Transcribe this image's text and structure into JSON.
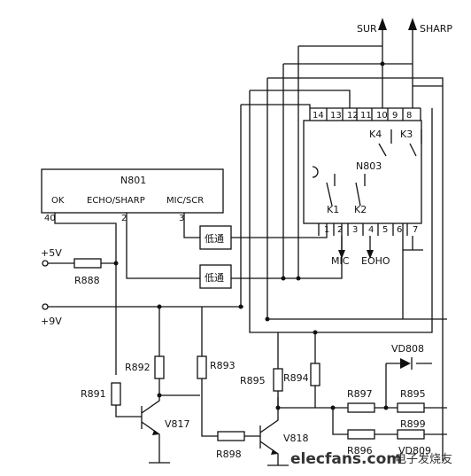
{
  "chips": {
    "n801": {
      "name": "N801",
      "pins": [
        "OK",
        "ECHO/SHARP",
        "MIC/SCR"
      ],
      "pin_numbers": [
        "40",
        "2",
        "3"
      ]
    },
    "n803": {
      "name": "N803",
      "switches": [
        "K1",
        "K2",
        "K3",
        "K4"
      ],
      "top_pins": [
        "14",
        "13",
        "12",
        "11",
        "10",
        "9",
        "8"
      ],
      "bottom_pins": [
        "1",
        "2",
        "3",
        "4",
        "5",
        "6",
        "7"
      ]
    }
  },
  "filters": {
    "lowpass_1": "低通",
    "lowpass_2": "低通"
  },
  "supplies": {
    "v5": "+5V",
    "v9": "+9V"
  },
  "outputs": {
    "sur": "SUR",
    "sharp": "SHARP",
    "mic": "MIC",
    "eoho": "EOHO"
  },
  "resistors": {
    "r888": "R888",
    "r891": "R891",
    "r892": "R892",
    "r893": "R893",
    "r895a": "R895",
    "r894": "R894",
    "r897": "R897",
    "r895b": "R895",
    "r899": "R899",
    "r898": "R898",
    "r896": "R896"
  },
  "transistors": {
    "v817": "V817",
    "v818": "V818"
  },
  "diodes": {
    "vd808": "VD808",
    "vd809": "VD809"
  },
  "watermark": {
    "site": "elecfans.com",
    "cn": "电子发烧友"
  }
}
